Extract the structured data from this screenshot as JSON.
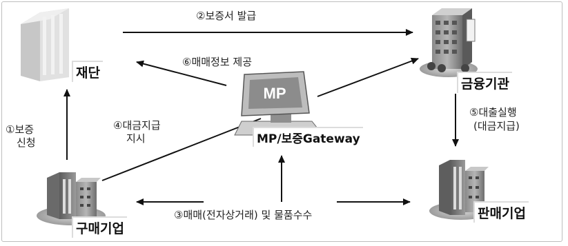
{
  "nodes": {
    "foundation": {
      "label": "재단"
    },
    "bank": {
      "label": "금융기관"
    },
    "gateway": {
      "label": "MP/보증Gateway",
      "screen_text": "MP"
    },
    "buyer": {
      "label": "구매기업"
    },
    "seller": {
      "label": "판매기업"
    }
  },
  "edges": {
    "step2": {
      "label": "②보증서 발급"
    },
    "step6": {
      "label": "⑥매매정보 제공"
    },
    "step1": {
      "line1": "①보증",
      "line2": "신청"
    },
    "step4": {
      "line1": "④대금지급",
      "line2": "지시"
    },
    "step5": {
      "line1": "⑤대출실행",
      "line2": "(대금지급)"
    },
    "step3": {
      "label": "③매매(전자상거래) 및 물품수수"
    }
  }
}
